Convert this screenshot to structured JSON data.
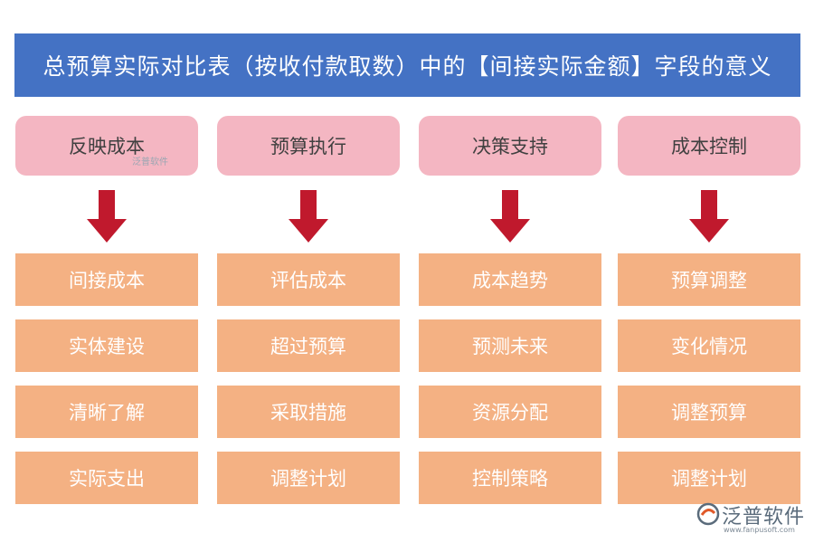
{
  "title": "总预算实际对比表（按收付款取数）中的【间接实际金额】字段的意义",
  "columns": [
    {
      "heading": "反映成本",
      "items": [
        "间接成本",
        "实体建设",
        "清晰了解",
        "实际支出"
      ]
    },
    {
      "heading": "预算执行",
      "items": [
        "评估成本",
        "超过预算",
        "采取措施",
        "调整计划"
      ]
    },
    {
      "heading": "决策支持",
      "items": [
        "成本趋势",
        "预测未来",
        "资源分配",
        "控制策略"
      ]
    },
    {
      "heading": "成本控制",
      "items": [
        "预算调整",
        "变化情况",
        "调整预算",
        "调整计划"
      ]
    }
  ],
  "watermark": {
    "name": "泛普软件",
    "url": "www.fanpusoft.com",
    "mini": "泛普软件"
  },
  "colors": {
    "title_bg": "#4472c4",
    "heading_bg": "#f4b6c2",
    "item_bg": "#f4b183",
    "arrow": "#c0192d"
  }
}
